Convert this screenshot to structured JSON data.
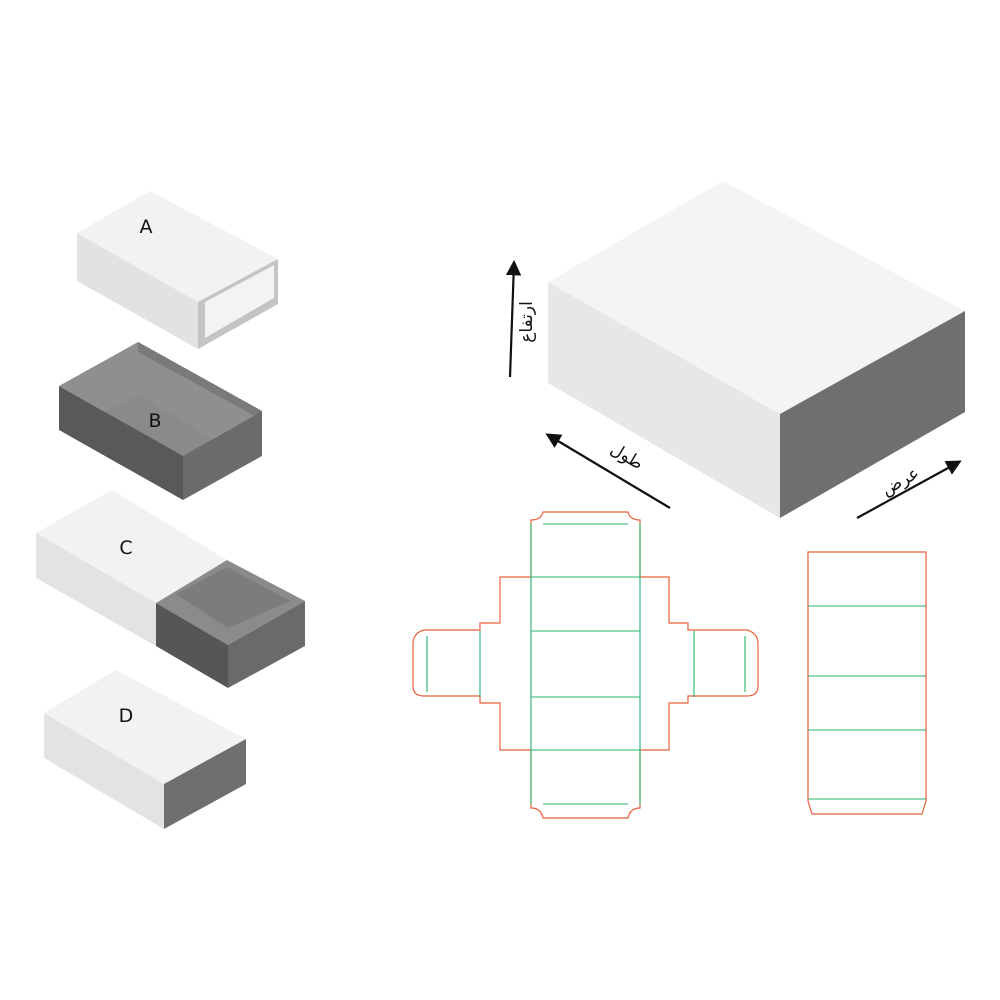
{
  "boxes": {
    "a": {
      "label": "A"
    },
    "b": {
      "label": "B"
    },
    "c": {
      "label": "C"
    },
    "d": {
      "label": "D"
    }
  },
  "dimensions": {
    "height": "ارتفاع",
    "length": "طول",
    "width": "عرض"
  },
  "colors": {
    "cut_line": "#e8603c",
    "fold_line": "#27b36b",
    "light_face": "#ececec",
    "dark_face": "#666666"
  }
}
